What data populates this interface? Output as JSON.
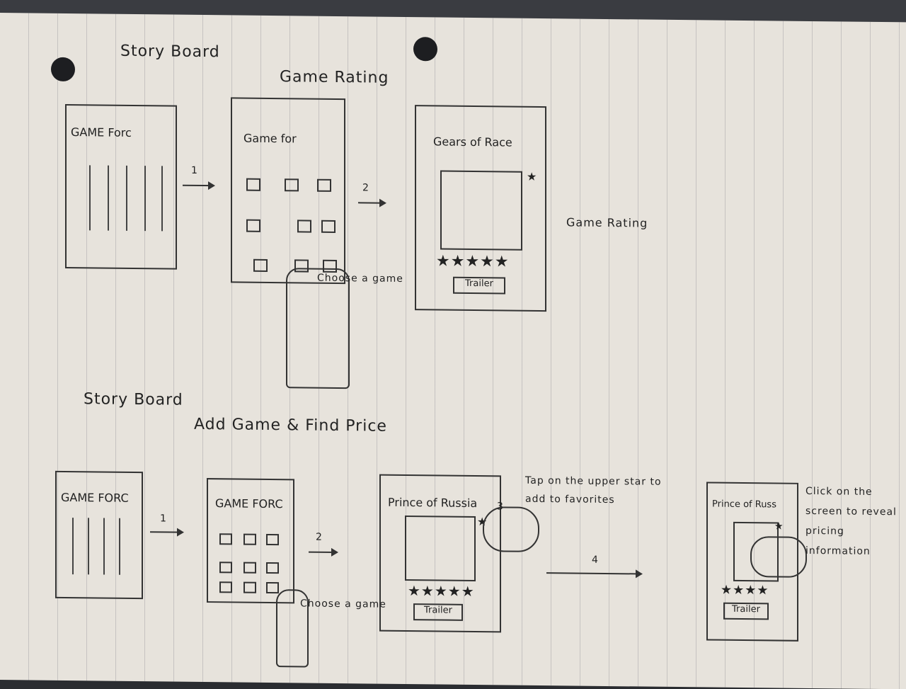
{
  "storyboard1": {
    "heading": "Story Board",
    "subtitle": "Game Rating",
    "screen1": {
      "title": "GAME Forc"
    },
    "screen2": {
      "title": "Game for"
    },
    "screen3": {
      "title": "Gears of Race",
      "button": "Trailer"
    },
    "steps": [
      "1",
      "2"
    ],
    "note_choose": "Choose a game",
    "note_rating": "Game Rating"
  },
  "storyboard2": {
    "heading": "Story Board",
    "subtitle": "Add Game & Find Price",
    "screen1": {
      "title": "GAME FORC"
    },
    "screen2": {
      "title": "GAME FORC"
    },
    "screen3": {
      "title": "Prince of Russia",
      "button": "Trailer"
    },
    "screen4": {
      "title": "Prince of Russ",
      "button": "Trailer"
    },
    "steps": [
      "1",
      "2",
      "3",
      "4"
    ],
    "note_choose": "Choose a game",
    "note_tap": "Tap on the upper star to add to favorites",
    "note_click": "Click on the screen to reveal pricing information"
  },
  "icons": {
    "star": "★",
    "stars5": "★★★★★",
    "stars4": "★★★★",
    "stars3": "★★★"
  }
}
